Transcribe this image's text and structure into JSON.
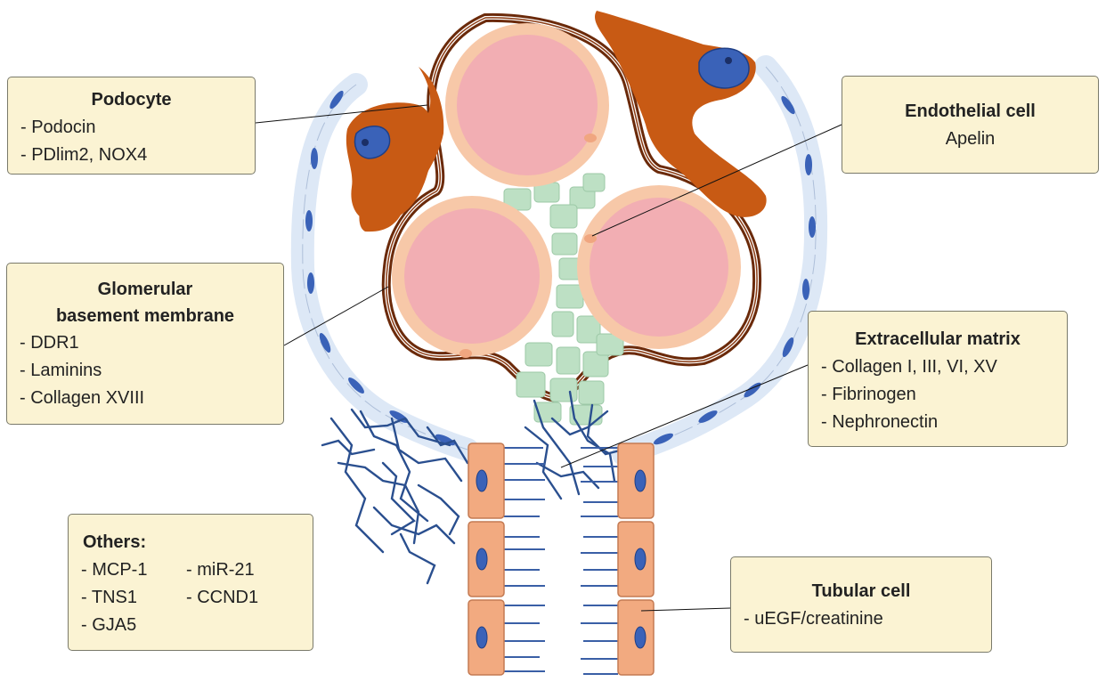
{
  "labels": {
    "podocyte": {
      "title": "Podocyte",
      "items": [
        "- Podocin",
        "- PDlim2, NOX4"
      ]
    },
    "endothelial": {
      "title": "Endothelial cell",
      "items": [
        "Apelin"
      ]
    },
    "gbm": {
      "title_line1": "Glomerular",
      "title_line2": "basement membrane",
      "items": [
        "- DDR1",
        "- Laminins",
        "- Collagen XVIII"
      ]
    },
    "ecm": {
      "title": "Extracellular matrix",
      "items": [
        "- Collagen I, III, VI, XV",
        "- Fibrinogen",
        "- Nephronectin"
      ]
    },
    "others": {
      "title": "Others:",
      "col1": [
        "- MCP-1",
        "- TNS1",
        "- GJA5"
      ],
      "col2": [
        "- miR-21",
        "- CCND1"
      ]
    },
    "tubular": {
      "title": "Tubular cell",
      "items": [
        "- uEGF/creatinine"
      ]
    }
  },
  "colors": {
    "capillary": "#f2aeb3",
    "endothelium": "#f7c8a8",
    "podocyte": "#c85a14",
    "nucleus": "#3a62b8",
    "mesangial": "#bde0c4",
    "bowman": "#dde8f6",
    "tubule": "#f2aa80",
    "fibers": "#2a4f8f",
    "label_box": "#fbf3d3"
  }
}
